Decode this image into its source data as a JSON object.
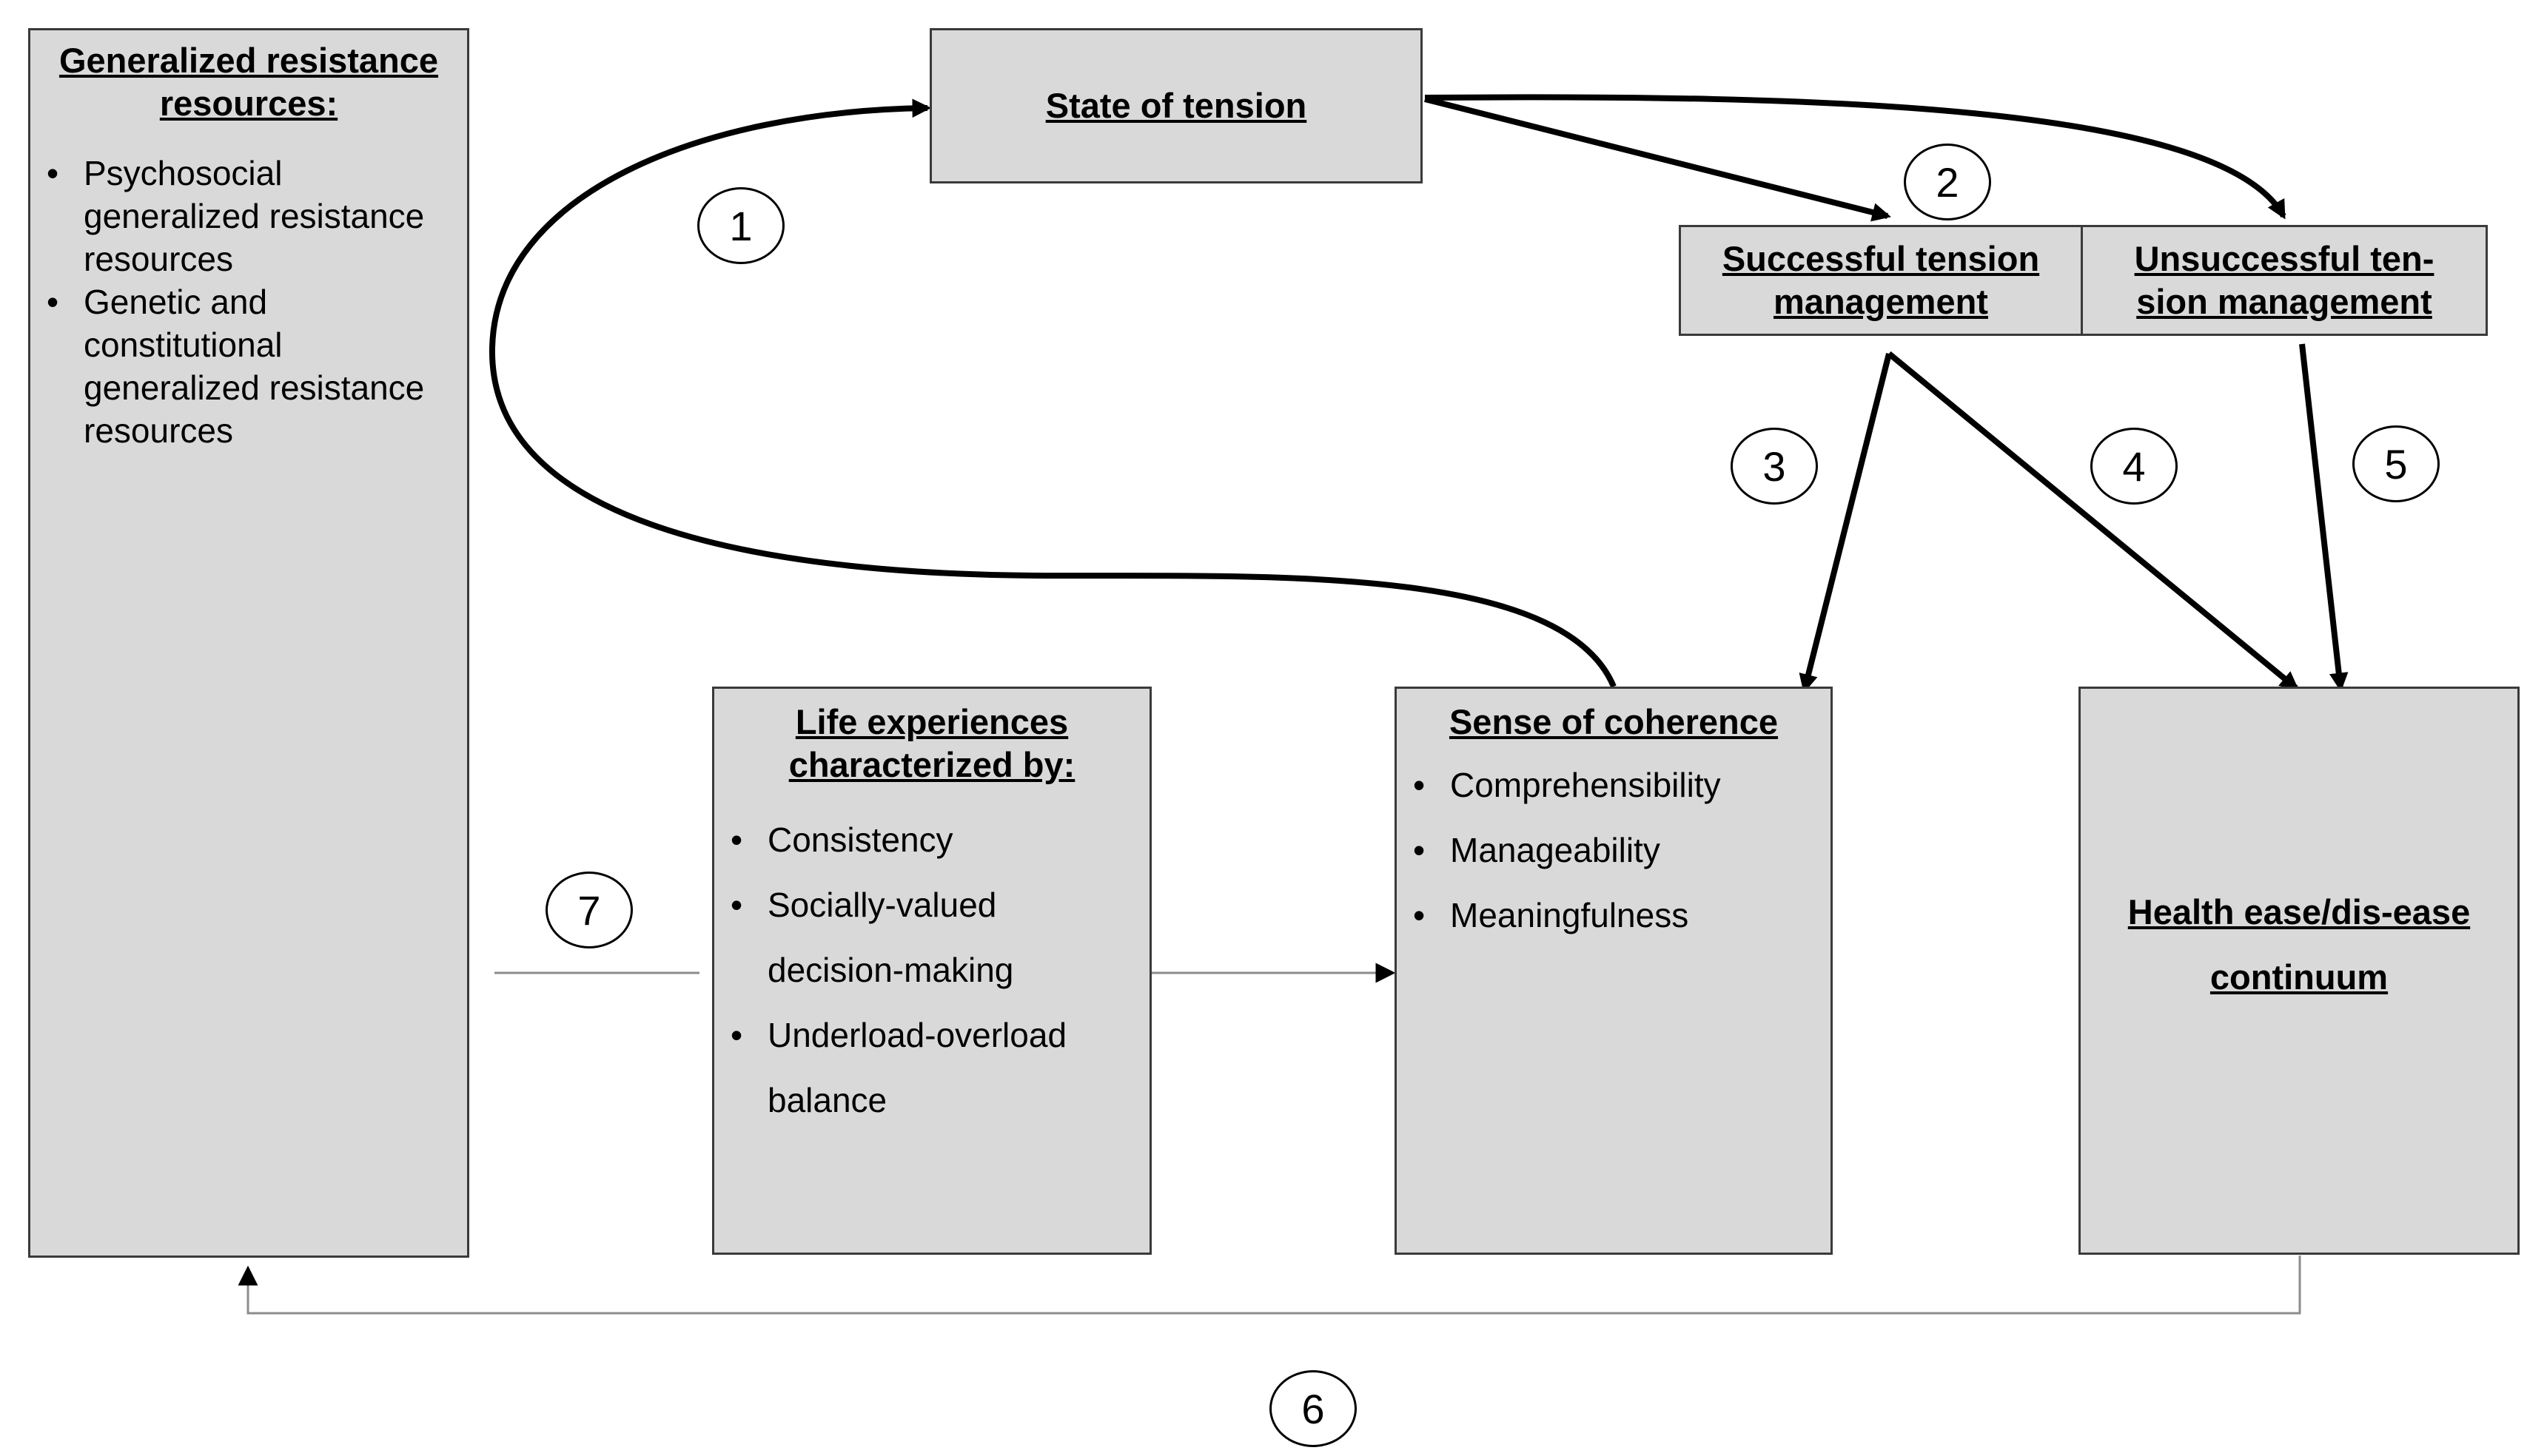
{
  "diagram": {
    "resources_box": {
      "title": "Generalized resistance resources:",
      "items": [
        "Psychosocial generalized resistance resources",
        "Genetic and constitutional generalized resistance resources"
      ]
    },
    "tension_box": {
      "title": "State of tension"
    },
    "successful_box": {
      "title": "Successful tension management"
    },
    "unsuccessful_box": {
      "title": "Unsuccessful ten-sion management"
    },
    "life_box": {
      "title": "Life experiences characterized by:",
      "items": [
        "Consistency",
        "Socially-valued decision-making",
        "Underload-overload balance"
      ]
    },
    "coherence_box": {
      "title": "Sense of coherence",
      "items": [
        "Comprehensibility",
        "Manageability",
        "Meaningfulness"
      ]
    },
    "health_box": {
      "title": "Health ease/dis-ease continuum"
    },
    "path_labels": [
      "1",
      "2",
      "3",
      "4",
      "5",
      "6",
      "7"
    ],
    "colors": {
      "box_fill": "#d9d9d9",
      "box_border": "#3a3a3a",
      "thin_line": "#8c8c8c"
    }
  }
}
